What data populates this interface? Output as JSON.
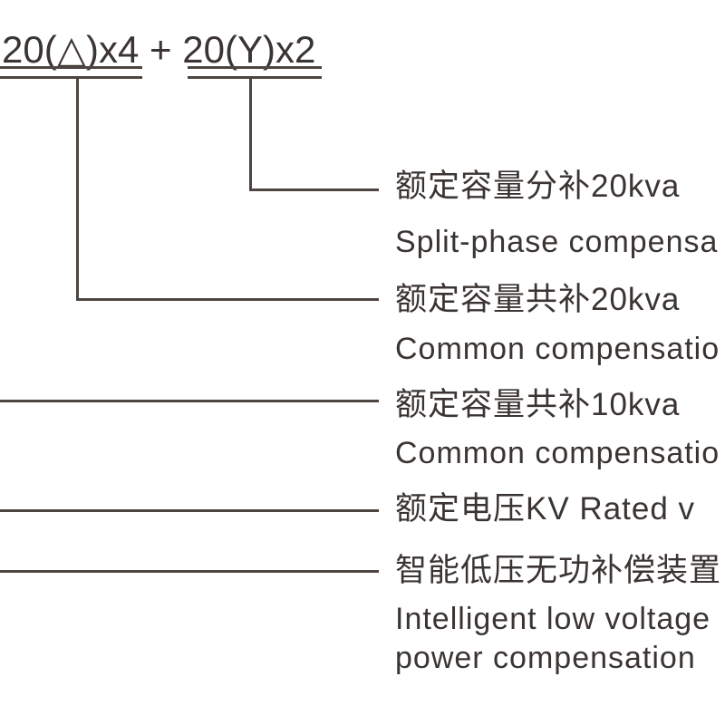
{
  "model_code": {
    "segment_1": "20(△)x4",
    "separator": " + ",
    "segment_2": "20(Y)x2"
  },
  "labels": [
    {
      "zh": "额定容量分补20kva",
      "en": "Split-phase compensa"
    },
    {
      "zh": "额定容量共补20kva",
      "en": "Common compensatio"
    },
    {
      "zh": "额定容量共补10kva",
      "en": "Common compensatio"
    },
    {
      "zh": "额定电压KV Rated v"
    },
    {
      "zh": "智能低压无功补偿装置",
      "en": "Intelligent low voltage",
      "en2": "power compensation"
    }
  ],
  "colors": {
    "ink": "#3a3432",
    "line": "#4c4541",
    "background": "#ffffff"
  }
}
